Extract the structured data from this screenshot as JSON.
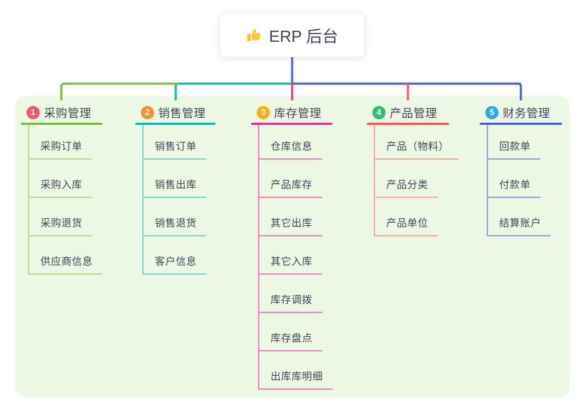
{
  "root": {
    "icon": "thumbs-up",
    "label": "ERP 后台"
  },
  "branches": [
    {
      "num": "1",
      "label": "采购管理",
      "children": [
        "采购订单",
        "采购入库",
        "采购退货",
        "供应商信息"
      ]
    },
    {
      "num": "2",
      "label": "销售管理",
      "children": [
        "销售订单",
        "销售出库",
        "销售退货",
        "客户信息"
      ]
    },
    {
      "num": "3",
      "label": "库存管理",
      "children": [
        "仓库信息",
        "产品库存",
        "其它出库",
        "其它入库",
        "库存调拨",
        "库存盘点",
        "出库库明细"
      ]
    },
    {
      "num": "4",
      "label": "产品管理",
      "children": [
        "产品（物料）",
        "产品分类",
        "产品单位"
      ]
    },
    {
      "num": "5",
      "label": "财务管理",
      "children": [
        "回款单",
        "付款单",
        "结算账户"
      ]
    }
  ],
  "colors": {
    "panel_bg": "#ecf7e4",
    "text": "#3b4654",
    "root_line": "#4661d6",
    "b1": "#79bb3f",
    "b1_light": "#b7dc96",
    "b1_badge": "#f3566a",
    "b2": "#17b3aa",
    "b2_light": "#82d6cf",
    "b2_badge": "#f7903c",
    "b3": "#d93690",
    "b3_light": "#f086c1",
    "b3_badge": "#fbad1b",
    "b4": "#f4574f",
    "b4_light": "#f9aba4",
    "b4_badge": "#2fbe6b",
    "b5": "#3e5ed1",
    "b5_light": "#93a6dd",
    "b5_badge": "#30a8e0"
  }
}
